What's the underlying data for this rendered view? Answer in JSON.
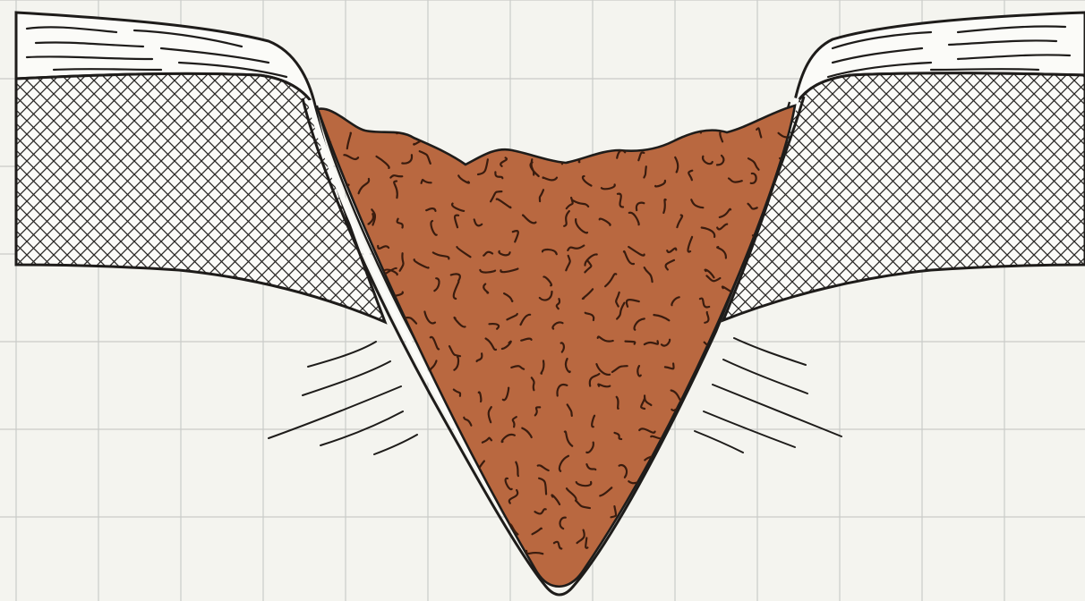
{
  "diagram": {
    "subject": "cross-section-v-shaped-depression",
    "layers": [
      {
        "id": "upper-layer",
        "pattern": "wavy-strokes"
      },
      {
        "id": "middle-layer",
        "pattern": "crosshatch"
      },
      {
        "id": "fill",
        "pattern": "squiggles"
      }
    ]
  },
  "colors": {
    "background": "#f4f4ef",
    "grid": "#c9cbc8",
    "ink": "#1e1c1a",
    "fill": "#b96840",
    "fill_dark": "#8e4a28",
    "layer_light": "#fbfbf8"
  },
  "labels": []
}
